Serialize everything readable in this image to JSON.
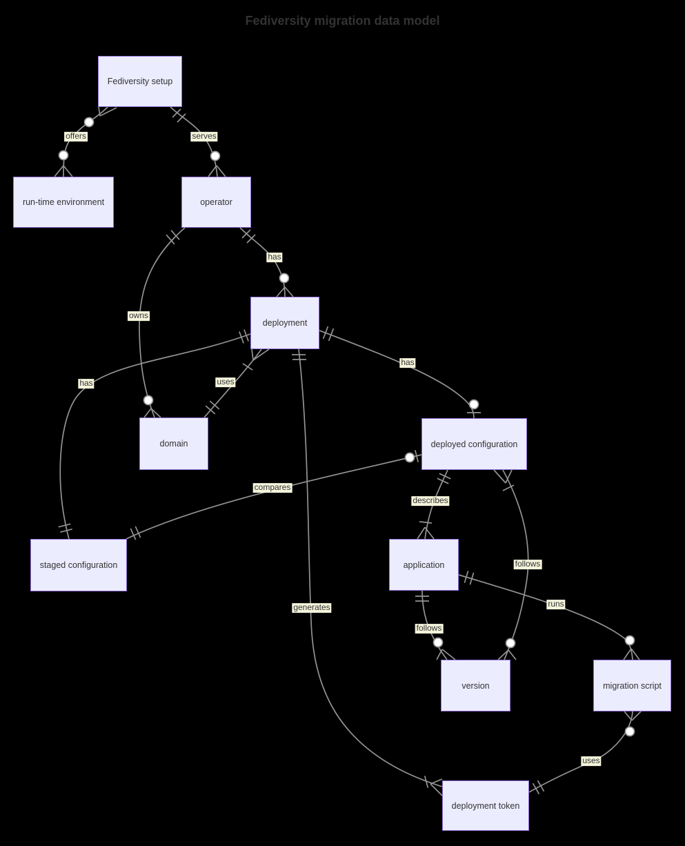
{
  "title": "Fediversity migration data model",
  "colors": {
    "entity_fill": "#ECECFF",
    "entity_border": "#9370DB",
    "edge_line": "#949494",
    "label_background": "#f4f4dc",
    "text": "#333333"
  },
  "entities": [
    {
      "id": "fediversity-setup",
      "label": "Fediversity setup"
    },
    {
      "id": "run-time-environment",
      "label": "run-time environment"
    },
    {
      "id": "operator",
      "label": "operator"
    },
    {
      "id": "deployment",
      "label": "deployment"
    },
    {
      "id": "domain",
      "label": "domain"
    },
    {
      "id": "deployed-configuration",
      "label": "deployed configuration"
    },
    {
      "id": "staged-configuration",
      "label": "staged configuration"
    },
    {
      "id": "application",
      "label": "application"
    },
    {
      "id": "version",
      "label": "version"
    },
    {
      "id": "migration-script",
      "label": "migration script"
    },
    {
      "id": "deployment-token",
      "label": "deployment token"
    }
  ],
  "relationships": [
    {
      "label": "offers",
      "from": "Fediversity setup",
      "to": "run-time environment",
      "from_cardinality": "zero-or-many",
      "to_cardinality": "zero-or-many"
    },
    {
      "label": "serves",
      "from": "Fediversity setup",
      "to": "operator",
      "from_cardinality": "exactly-one",
      "to_cardinality": "zero-or-many"
    },
    {
      "label": "has",
      "from": "operator",
      "to": "deployment",
      "from_cardinality": "exactly-one",
      "to_cardinality": "zero-or-many"
    },
    {
      "label": "owns",
      "from": "operator",
      "to": "domain",
      "from_cardinality": "exactly-one",
      "to_cardinality": "zero-or-many"
    },
    {
      "label": "uses",
      "from": "deployment",
      "to": "domain",
      "from_cardinality": "one-or-many",
      "to_cardinality": "exactly-one"
    },
    {
      "label": "has",
      "from": "deployment",
      "to": "deployed configuration",
      "from_cardinality": "exactly-one",
      "to_cardinality": "zero-or-one"
    },
    {
      "label": "has",
      "from": "deployment",
      "to": "staged configuration",
      "from_cardinality": "exactly-one",
      "to_cardinality": "exactly-one"
    },
    {
      "label": "compares",
      "from": "staged configuration",
      "to": "deployed configuration",
      "from_cardinality": "exactly-one",
      "to_cardinality": "zero-or-one"
    },
    {
      "label": "describes",
      "from": "deployed configuration",
      "to": "application",
      "from_cardinality": "exactly-one",
      "to_cardinality": "one-or-many"
    },
    {
      "label": "follows",
      "from": "deployed configuration",
      "to": "version",
      "from_cardinality": "one-or-many",
      "to_cardinality": "zero-or-many"
    },
    {
      "label": "follows",
      "from": "application",
      "to": "version",
      "from_cardinality": "exactly-one",
      "to_cardinality": "zero-or-many"
    },
    {
      "label": "runs",
      "from": "application",
      "to": "migration script",
      "from_cardinality": "exactly-one",
      "to_cardinality": "zero-or-many"
    },
    {
      "label": "generates",
      "from": "deployment",
      "to": "deployment token",
      "from_cardinality": "exactly-one",
      "to_cardinality": "one-or-many"
    },
    {
      "label": "uses",
      "from": "migration script",
      "to": "deployment token",
      "from_cardinality": "zero-or-many",
      "to_cardinality": "exactly-one"
    }
  ]
}
